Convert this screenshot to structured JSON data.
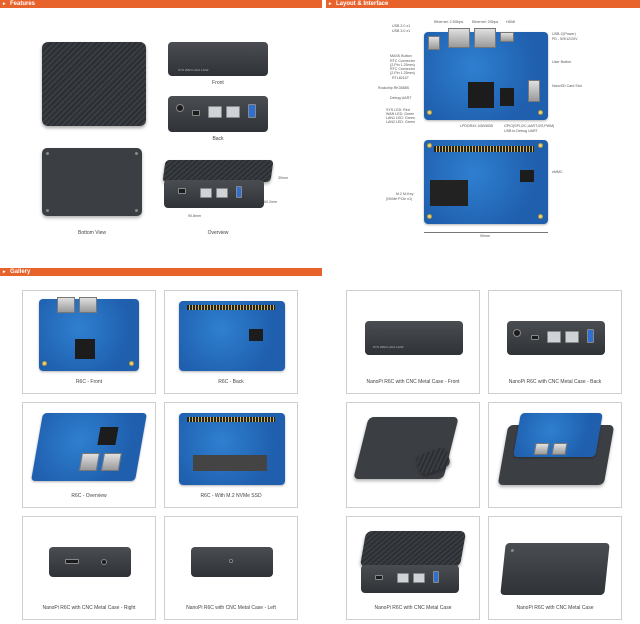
{
  "sections": {
    "features": "Features",
    "layout": "Layout & Interface",
    "gallery": "Gallery"
  },
  "features": {
    "captions": {
      "front": "Front",
      "back": "Back",
      "bottom": "Bottom View",
      "overview": "Overview"
    },
    "dims": {
      "w": "90.8mm",
      "d": "60.2mm",
      "h": "30mm"
    },
    "leds": "SYS WAN LAN1 LAN2"
  },
  "layout": {
    "labels": {
      "ethernet_25": "Ethernet: 2.5Gbps",
      "ethernet_2": "Ethernet: 2Gbps",
      "hdmi": "HDMI",
      "usb20a": "USB 2.0 x1",
      "usb30a": "USB 3.0 x1",
      "usbc_power": "USB-C(Power)",
      "pd": "PD - 5/9/12/20V",
      "user_button": "User Button",
      "nanodr": "NanoSD Card Slot",
      "mask_btn": "MASK Button",
      "rtc_conn": "RTC Connector",
      "rtc_conn2": "(2-Pin 1.25mm)",
      "rtc_conn3": "RTC Connector",
      "rtc_conn4": "(2-Pin 1.25mm)",
      "rtl": "RTL8211F",
      "rockchip": "Rockchip RK3588S",
      "debug": "Debug UART",
      "leds1": "SYS LED: Red",
      "leds2": "WAN LED: Green",
      "leds3": "LAN1 LED: Green",
      "leds4": "LAN2 LED: Green",
      "lpddr": "LPDDR4X 4GB/8GB",
      "gpio": "GPIO(SPI,I2C,UART,I2S,PWM)",
      "usb_debug": "USB to Debug UART",
      "emmc": "eMMC",
      "m2": "M.2 M-Key",
      "m2b": "(NVMe PCIe x1)",
      "width": "90mm"
    }
  },
  "gallery": {
    "left": [
      "R6C - Front",
      "R6C - Back",
      "R6C - Overview",
      "R6C - With M.2 NVMe SSD",
      "NanoPi R6C with CNC Metal Case - Right",
      "NanoPi R6C with CNC Metal Case - Left"
    ],
    "right": [
      "NanoPi R6C with CNC Metal Case - Front",
      "NanoPi R6C with CNC Metal Case - Back",
      "",
      "",
      "NanoPi R6C with CNC Metal Case",
      "NanoPi R6C with CNC Metal Case"
    ]
  }
}
